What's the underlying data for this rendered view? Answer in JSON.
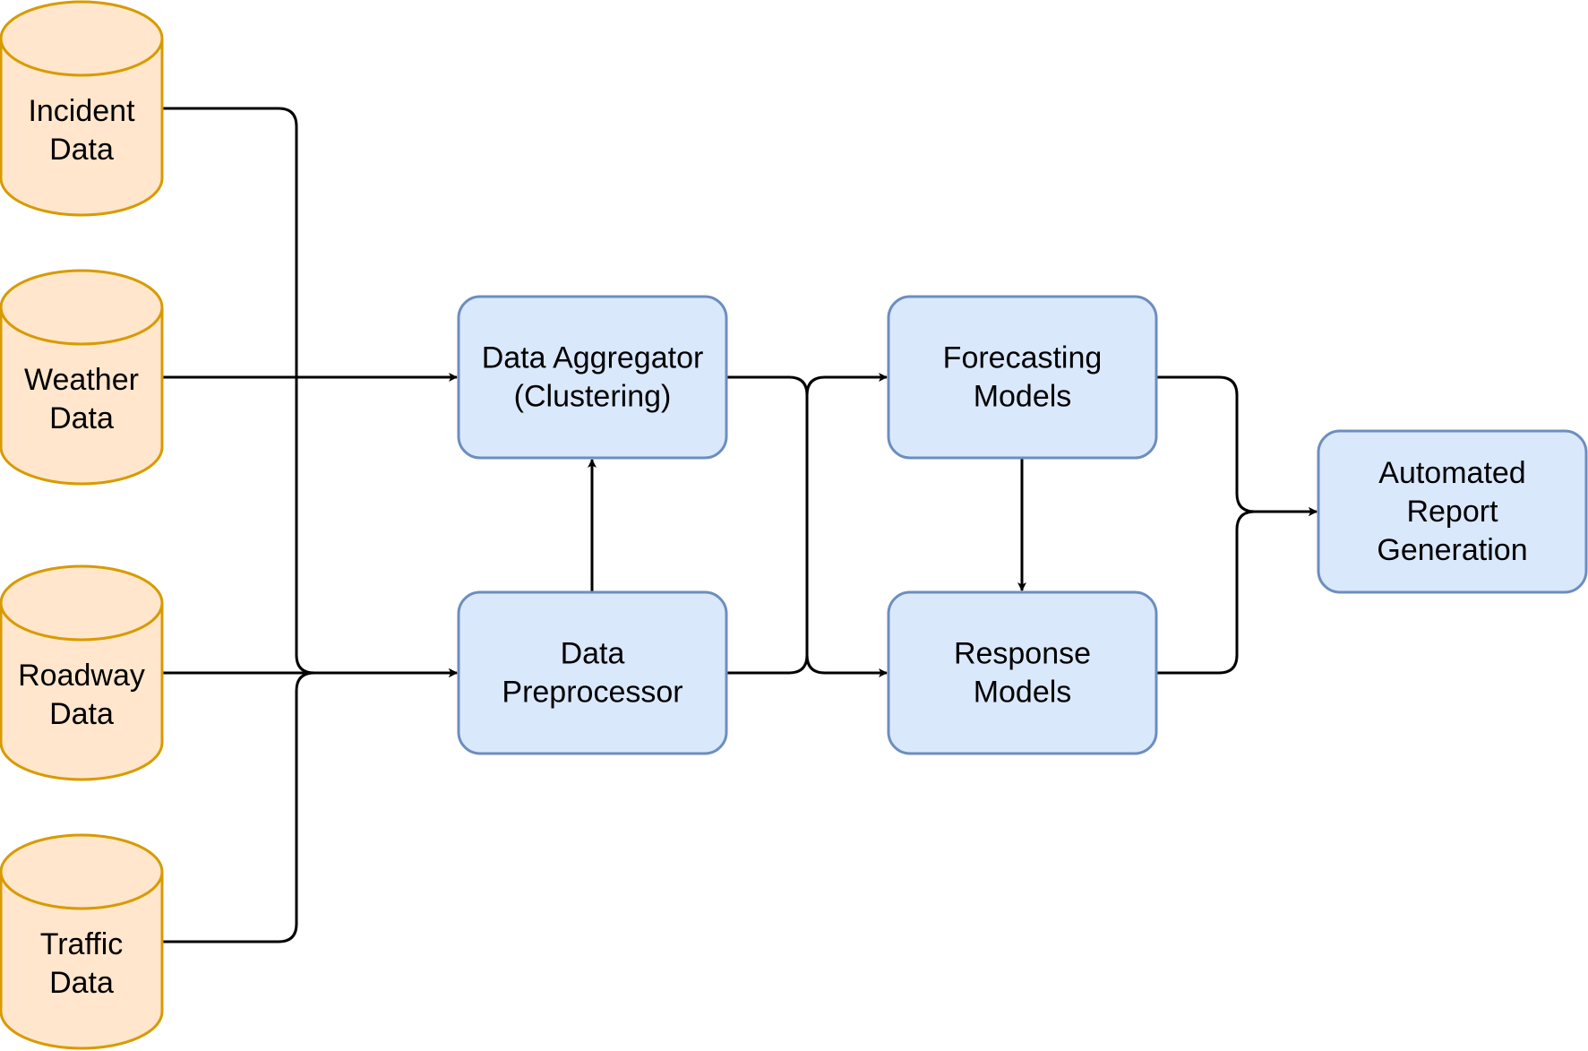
{
  "colors": {
    "datasource_fill": "#ffe6cc",
    "datasource_stroke": "#d79b00",
    "process_fill": "#dae8fc",
    "process_stroke": "#6c8ebf",
    "edge": "#000000"
  },
  "data_sources": [
    {
      "id": "incident",
      "lines": [
        "Incident",
        "Data"
      ]
    },
    {
      "id": "weather",
      "lines": [
        "Weather",
        "Data"
      ]
    },
    {
      "id": "roadway",
      "lines": [
        "Roadway",
        "Data"
      ]
    },
    {
      "id": "traffic",
      "lines": [
        "Traffic",
        "Data"
      ]
    }
  ],
  "processes": [
    {
      "id": "aggregator",
      "lines": [
        "Data Aggregator",
        "(Clustering)"
      ]
    },
    {
      "id": "preprocessor",
      "lines": [
        "Data",
        "Preprocessor"
      ]
    },
    {
      "id": "forecasting",
      "lines": [
        "Forecasting",
        "Models"
      ]
    },
    {
      "id": "response",
      "lines": [
        "Response",
        "Models"
      ]
    },
    {
      "id": "report",
      "lines": [
        "Automated",
        "Report",
        "Generation"
      ]
    }
  ],
  "edges": [
    {
      "from": "incident",
      "to": "preprocessor"
    },
    {
      "from": "weather",
      "to": "aggregator"
    },
    {
      "from": "roadway",
      "to": "preprocessor"
    },
    {
      "from": "traffic",
      "to": "preprocessor"
    },
    {
      "from": "preprocessor",
      "to": "aggregator"
    },
    {
      "from": "aggregator",
      "to": "response"
    },
    {
      "from": "preprocessor",
      "to": "forecasting"
    },
    {
      "from": "forecasting",
      "to": "response"
    },
    {
      "from": "forecasting",
      "to": "report"
    },
    {
      "from": "response",
      "to": "report"
    }
  ]
}
